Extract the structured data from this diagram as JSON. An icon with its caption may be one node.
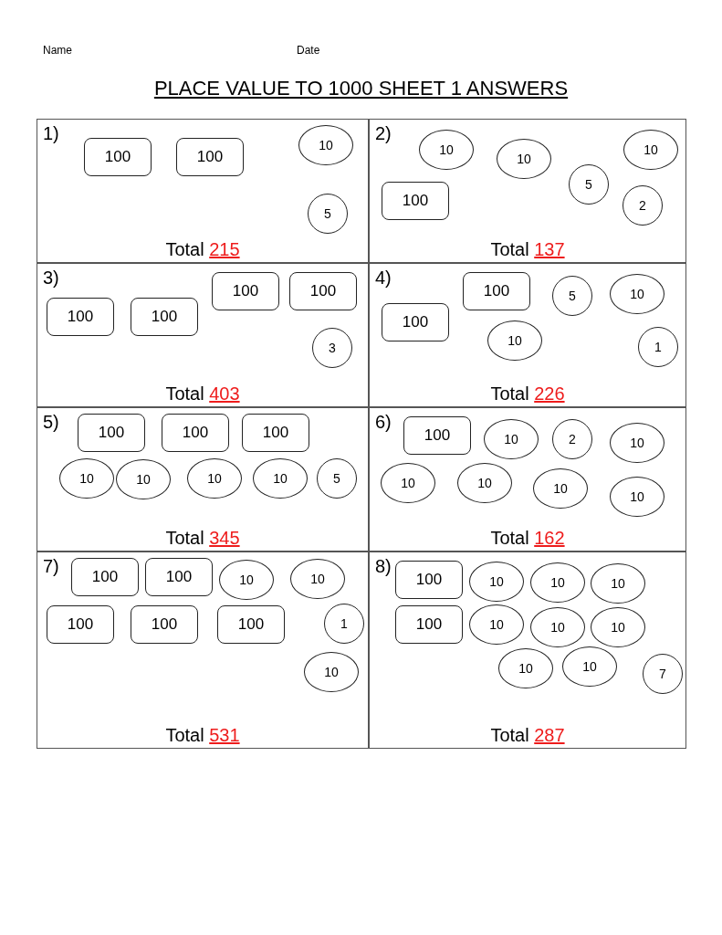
{
  "diagram": {
    "title": "PLACE VALUE TO 1000 SHEET 1 ANSWERS",
    "labels": [
      "Name",
      "Date"
    ],
    "nodes": [
      {
        "text": [
          "1)",
          "Total",
          "215"
        ]
      },
      {
        "text": [
          "100"
        ],
        "in": 0
      },
      {
        "text": [
          "100"
        ],
        "in": 0
      },
      {
        "text": [
          "10"
        ],
        "in": 0
      },
      {
        "text": [
          "5"
        ],
        "in": 0
      },
      {
        "text": [
          "2)",
          "Total",
          "137"
        ]
      },
      {
        "text": [
          "10"
        ],
        "in": 5
      },
      {
        "text": [
          "10"
        ],
        "in": 5
      },
      {
        "text": [
          "10"
        ],
        "in": 5
      },
      {
        "text": [
          "5"
        ],
        "in": 5
      },
      {
        "text": [
          "100"
        ],
        "in": 5
      },
      {
        "text": [
          "2"
        ],
        "in": 5
      },
      {
        "text": [
          "3)",
          "Total",
          "403"
        ]
      },
      {
        "text": [
          "100"
        ],
        "in": 12
      },
      {
        "text": [
          "100"
        ],
        "in": 12
      },
      {
        "text": [
          "100"
        ],
        "in": 12
      },
      {
        "text": [
          "100"
        ],
        "in": 12
      },
      {
        "text": [
          "3"
        ],
        "in": 12
      },
      {
        "text": [
          "4)",
          "Total",
          "226"
        ]
      },
      {
        "text": [
          "100"
        ],
        "in": 18
      },
      {
        "text": [
          "5"
        ],
        "in": 18
      },
      {
        "text": [
          "10"
        ],
        "in": 18
      },
      {
        "text": [
          "100"
        ],
        "in": 18
      },
      {
        "text": [
          "10"
        ],
        "in": 18
      },
      {
        "text": [
          "1"
        ],
        "in": 18
      },
      {
        "text": [
          "5)",
          "Total",
          "345"
        ]
      },
      {
        "text": [
          "100"
        ],
        "in": 25
      },
      {
        "text": [
          "100"
        ],
        "in": 25
      },
      {
        "text": [
          "100"
        ],
        "in": 25
      },
      {
        "text": [
          "10"
        ],
        "in": 25
      },
      {
        "text": [
          "10"
        ],
        "in": 25
      },
      {
        "text": [
          "10"
        ],
        "in": 25
      },
      {
        "text": [
          "10"
        ],
        "in": 25
      },
      {
        "text": [
          "5"
        ],
        "in": 25
      },
      {
        "text": [
          "6)",
          "Total",
          "162"
        ]
      },
      {
        "text": [
          "100"
        ],
        "in": 34
      },
      {
        "text": [
          "10"
        ],
        "in": 34
      },
      {
        "text": [
          "2"
        ],
        "in": 34
      },
      {
        "text": [
          "10"
        ],
        "in": 34
      },
      {
        "text": [
          "10"
        ],
        "in": 34
      },
      {
        "text": [
          "10"
        ],
        "in": 34
      },
      {
        "text": [
          "10"
        ],
        "in": 34
      },
      {
        "text": [
          "10"
        ],
        "in": 34
      },
      {
        "text": [
          "7)",
          "Total",
          "531"
        ]
      },
      {
        "text": [
          "100"
        ],
        "in": 43
      },
      {
        "text": [
          "100"
        ],
        "in": 43
      },
      {
        "text": [
          "10"
        ],
        "in": 43
      },
      {
        "text": [
          "10"
        ],
        "in": 43
      },
      {
        "text": [
          "100"
        ],
        "in": 43
      },
      {
        "text": [
          "100"
        ],
        "in": 43
      },
      {
        "text": [
          "100"
        ],
        "in": 43
      },
      {
        "text": [
          "1"
        ],
        "in": 43
      },
      {
        "text": [
          "10"
        ],
        "in": 43
      },
      {
        "text": [
          "8)",
          "Total",
          "287"
        ]
      },
      {
        "text": [
          "100"
        ],
        "in": 53
      },
      {
        "text": [
          "10"
        ],
        "in": 53
      },
      {
        "text": [
          "10"
        ],
        "in": 53
      },
      {
        "text": [
          "10"
        ],
        "in": 53
      },
      {
        "text": [
          "100"
        ],
        "in": 53
      },
      {
        "text": [
          "10"
        ],
        "in": 53
      },
      {
        "text": [
          "10"
        ],
        "in": 53
      },
      {
        "text": [
          "10"
        ],
        "in": 53
      },
      {
        "text": [
          "10"
        ],
        "in": 53
      },
      {
        "text": [
          "10"
        ],
        "in": 53
      },
      {
        "text": [
          "7"
        ],
        "in": 53
      }
    ]
  }
}
